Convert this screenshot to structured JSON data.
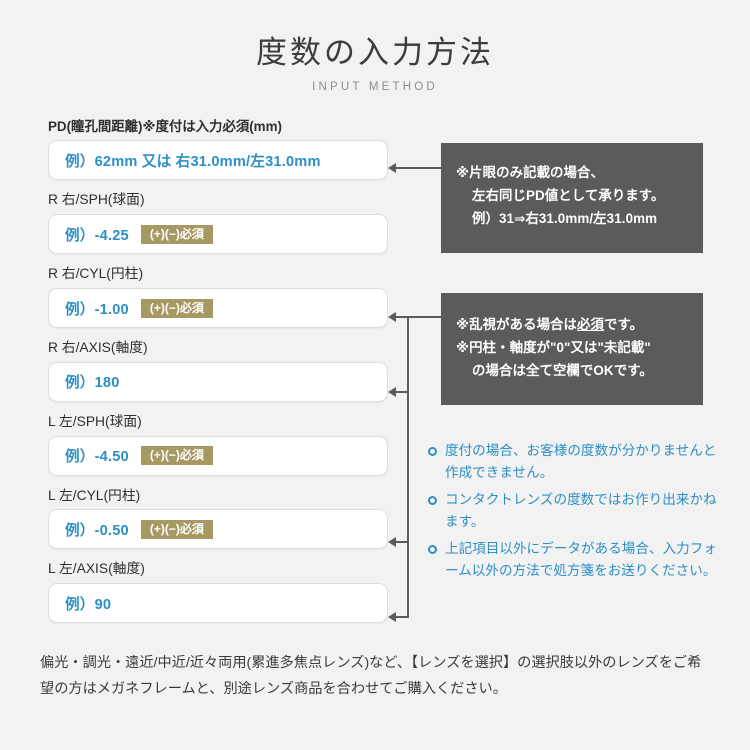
{
  "header": {
    "title": "度数の入力方法",
    "subtitle": "INPUT METHOD"
  },
  "form": {
    "fields": [
      {
        "label": "PD(瞳孔間距離)※度付は入力必須(mm)",
        "placeholder": "例）62mm 又は 右31.0mm/左31.0mm",
        "badge": ""
      },
      {
        "label": "R 右/SPH(球面)",
        "placeholder": "例）-4.25",
        "badge": "(+)(−)必須"
      },
      {
        "label": "R 右/CYL(円柱)",
        "placeholder": "例）-1.00",
        "badge": "(+)(−)必須"
      },
      {
        "label": "R 右/AXIS(軸度)",
        "placeholder": "例）180",
        "badge": ""
      },
      {
        "label": "L 左/SPH(球面)",
        "placeholder": "例）-4.50",
        "badge": "(+)(−)必須"
      },
      {
        "label": "L 左/CYL(円柱)",
        "placeholder": "例）-0.50",
        "badge": "(+)(−)必須"
      },
      {
        "label": "L 左/AXIS(軸度)",
        "placeholder": "例）90",
        "badge": ""
      }
    ]
  },
  "callouts": {
    "pd": {
      "line1": "※片眼のみ記載の場合、",
      "line2": "左右同じPD値として承ります。",
      "line3": "例）31⇒右31.0mm/左31.0mm"
    },
    "cyl": {
      "line1_pre": "※乱視がある場合は",
      "line1_underline": "必須",
      "line1_post": "です。",
      "line2": "※円柱・軸度が\"0\"又は\"未記載\"",
      "line3": "の場合は全て空欄でOKです。"
    }
  },
  "notes": {
    "items": [
      "度付の場合、お客様の度数が分かりませんと作成できません。",
      "コンタクトレンズの度数ではお作り出来かねます。",
      "上記項目以外にデータがある場合、入力フォーム以外の方法で処方箋をお送りください。"
    ]
  },
  "footer": {
    "text": "偏光・調光・遠近/中近/近々両用(累進多焦点レンズ)など、【レンズを選択】の選択肢以外のレンズをご希望の方はメガネフレームと、別途レンズ商品を合わせてご購入ください。"
  },
  "colors": {
    "background": "#f2f2f2",
    "accent_blue": "#2d8fc4",
    "badge_khaki": "#a79964",
    "callout_gray": "#5b5b5b"
  }
}
